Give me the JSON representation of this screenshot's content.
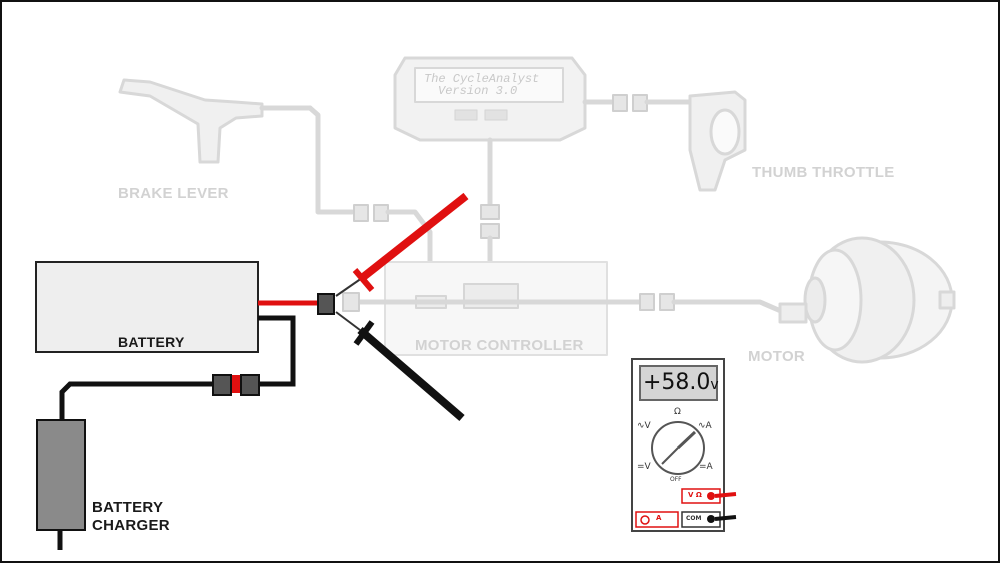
{
  "labels": {
    "brake_lever": "BRAKE LEVER",
    "thumb_throttle": "THUMB THROTTLE",
    "motor_controller": "MOTOR CONTROLLER",
    "motor": "MOTOR",
    "battery": "BATTERY",
    "battery_charger_line1": "BATTERY",
    "battery_charger_line2": "CHARGER"
  },
  "cycle_analyst": {
    "line1": "The CycleAnalyst",
    "line2": "Version 3.0"
  },
  "multimeter": {
    "reading": "+58.0",
    "unit": "v",
    "dial_top": "Ω",
    "dial_off": "OFF",
    "left_top": "∿V",
    "right_top": "∿A",
    "left_bottom": "=V",
    "right_bottom": "=A",
    "port_vohm": "V Ω",
    "port_a": "A",
    "port_com": "COM"
  },
  "colors": {
    "faded_component": "#e8e8e8",
    "faded_wire": "#d8d8d8",
    "red_wire": "#e01010",
    "black_wire": "#111111",
    "battery_fill": "#eeeeee",
    "charger_fill": "#8a8a8a"
  }
}
